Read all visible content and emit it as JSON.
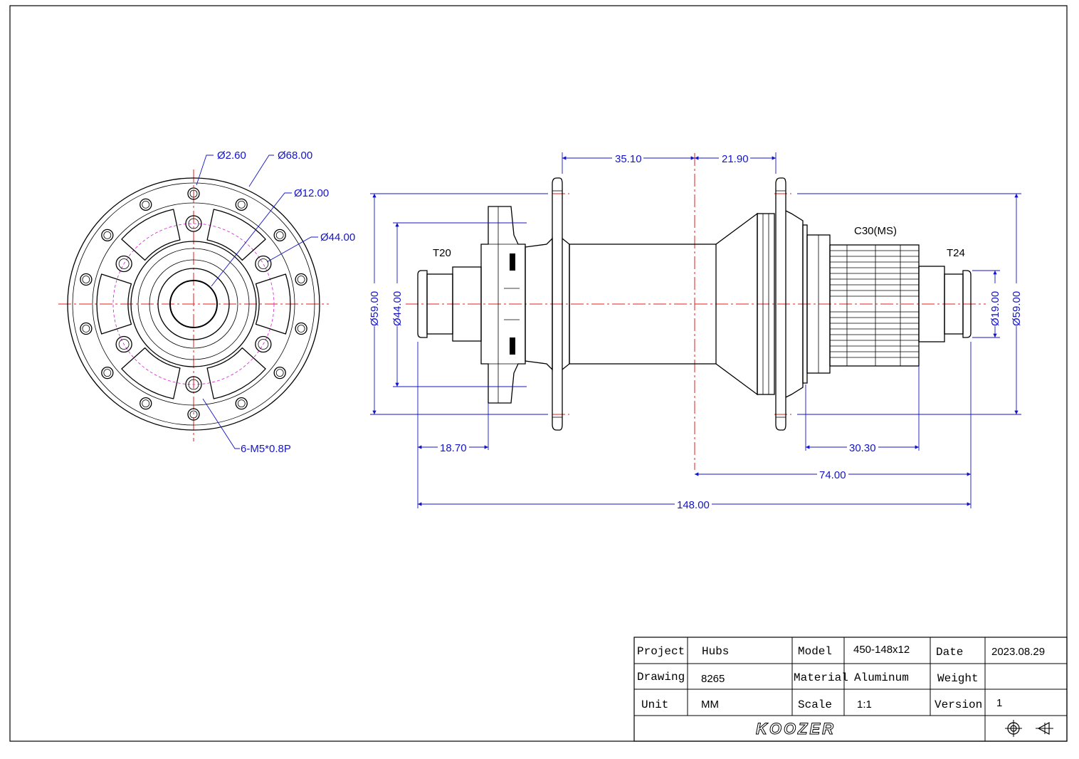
{
  "front_view": {
    "dims": {
      "hole_dia": "Ø2.60",
      "flange_dia": "Ø68.00",
      "bore_dia": "Ø12.00",
      "pcd_dia": "Ø44.00",
      "thread": "6-M5*0.8P"
    }
  },
  "side_view": {
    "labels": {
      "left_axle": "T20",
      "right_axle": "T24",
      "freehub": "C30(MS)"
    },
    "dims": {
      "flange_offset_left": "35.10",
      "flange_offset_right": "21.90",
      "left_flange_dia": "Ø59.00",
      "rotor_dia": "Ø44.00",
      "axle_dia": "Ø19.00",
      "right_flange_dia": "Ø59.00",
      "rotor_offset": "18.70",
      "freehub_length": "30.30",
      "half_width": "74.00",
      "overall_width": "148.00"
    }
  },
  "title_block": {
    "project_label": "Project",
    "project_value": "Hubs",
    "model_label": "Model",
    "model_value": "450-148x12",
    "date_label": "Date",
    "date_value": "2023.08.29",
    "drawing_label": "Drawing",
    "drawing_value": "8265",
    "material_label": "Material",
    "material_value": "Aluminum",
    "weight_label": "Weight",
    "weight_value": "",
    "unit_label": "Unit",
    "unit_value": "MM",
    "scale_label": "Scale",
    "scale_value": "1:1",
    "version_label": "Version",
    "version_value": "1",
    "logo": "KOOZER"
  },
  "colors": {
    "outline": "#000000",
    "dimension": "#1414c8",
    "centerline": "#e61e1e",
    "pcd_circle": "#d21ed2"
  }
}
